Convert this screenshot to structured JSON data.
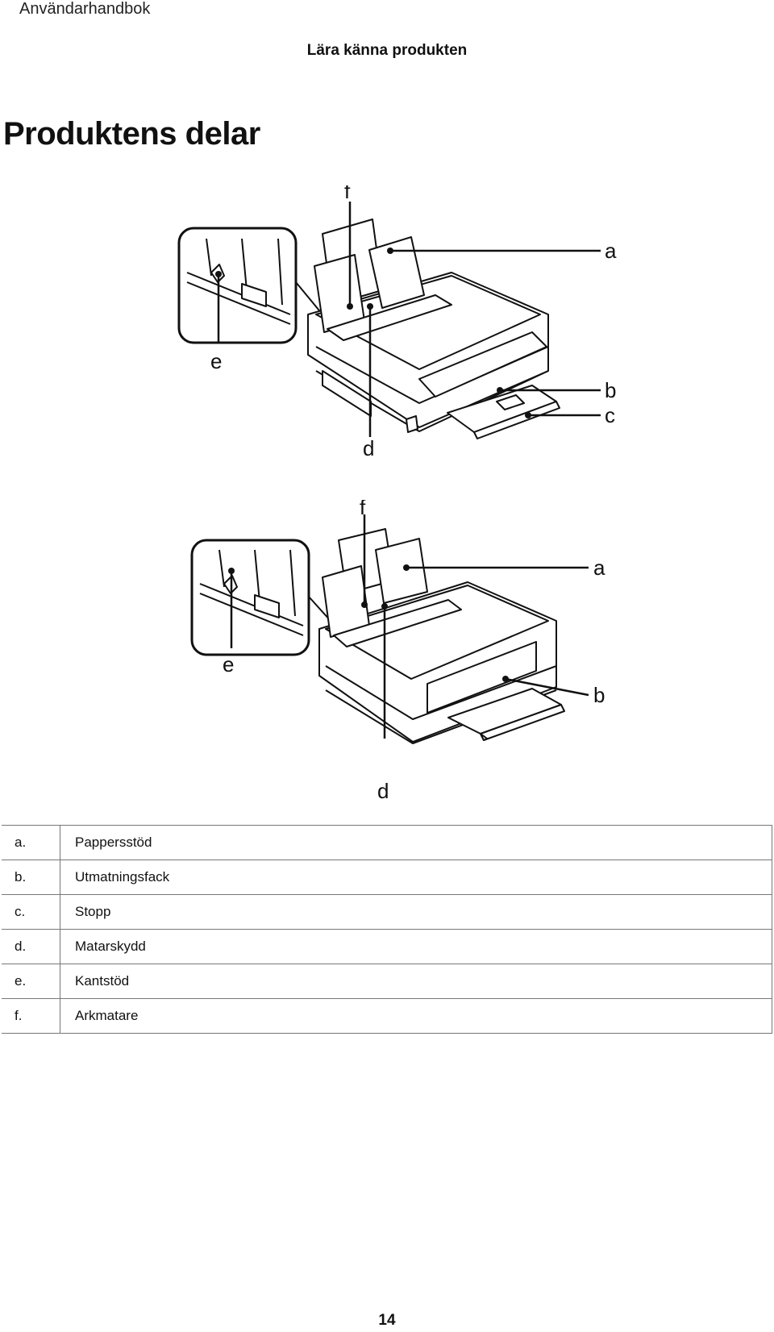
{
  "header": {
    "manual_title": "Användarhandbok",
    "chapter": "Lära känna produkten"
  },
  "page_title": "Produktens delar",
  "figure1_labels": {
    "a": "a",
    "b": "b",
    "c": "c",
    "d": "d",
    "e": "e",
    "f": "f"
  },
  "figure2_labels": {
    "a": "a",
    "b": "b",
    "d": "d",
    "e": "e",
    "f": "f"
  },
  "parts": [
    {
      "letter": "a.",
      "name": "Pappersstöd"
    },
    {
      "letter": "b.",
      "name": "Utmatningsfack"
    },
    {
      "letter": "c.",
      "name": "Stopp"
    },
    {
      "letter": "d.",
      "name": "Matarskydd"
    },
    {
      "letter": "e.",
      "name": "Kantstöd"
    },
    {
      "letter": "f.",
      "name": "Arkmatare"
    }
  ],
  "page_number": "14"
}
